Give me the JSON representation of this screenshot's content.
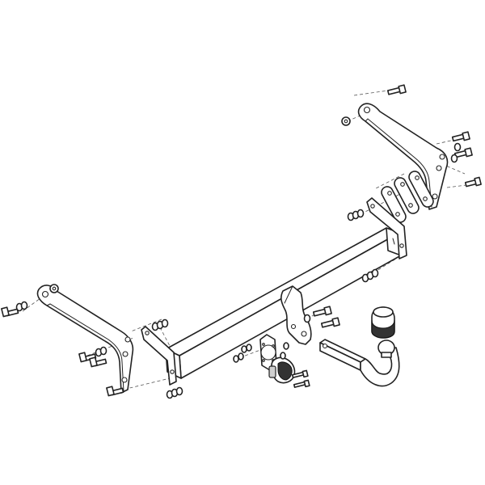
{
  "diagram": {
    "kind": "exploded assembly drawing",
    "colors": {
      "line": "#222222",
      "background": "#ffffff",
      "fill_dark": "#333333",
      "fill_grey": "#cfcfcf"
    },
    "parts": [
      "main-crossbar",
      "left-side-bracket",
      "right-side-bracket",
      "center-bracket",
      "tow-ball-neck",
      "tow-ball",
      "ball-cover-cap",
      "socket-mounting-plate",
      "electrical-socket",
      "spacer-plates",
      "bolts",
      "washers",
      "nuts"
    ]
  }
}
